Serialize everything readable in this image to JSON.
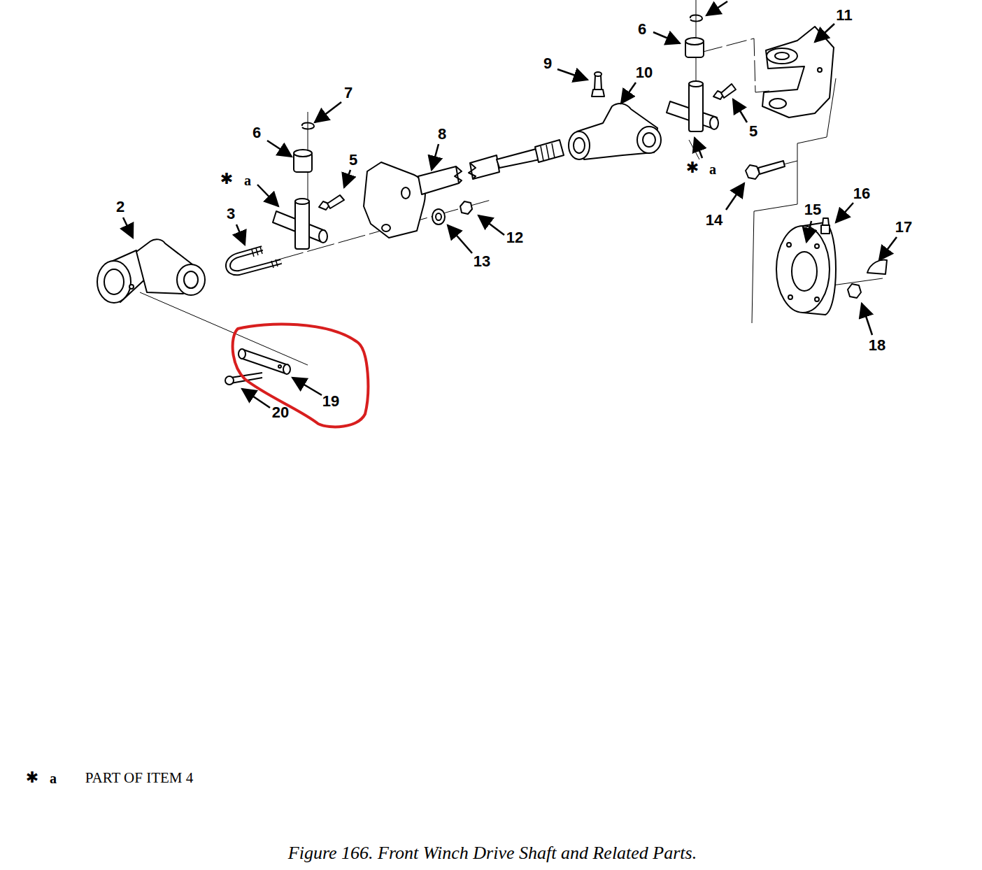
{
  "diagram": {
    "caption": "Figure 166. Front Winch Drive Shaft and Related Parts.",
    "labels": [
      "11",
      "6",
      "9",
      "10",
      "7",
      "6",
      "8",
      "5",
      "✱",
      "a",
      "✱",
      "a",
      "5",
      "2",
      "3",
      "16",
      "15",
      "17",
      "14",
      "12",
      "13",
      "18",
      "19",
      "20",
      "✱",
      "a",
      "PART OF ITEM 4"
    ]
  }
}
